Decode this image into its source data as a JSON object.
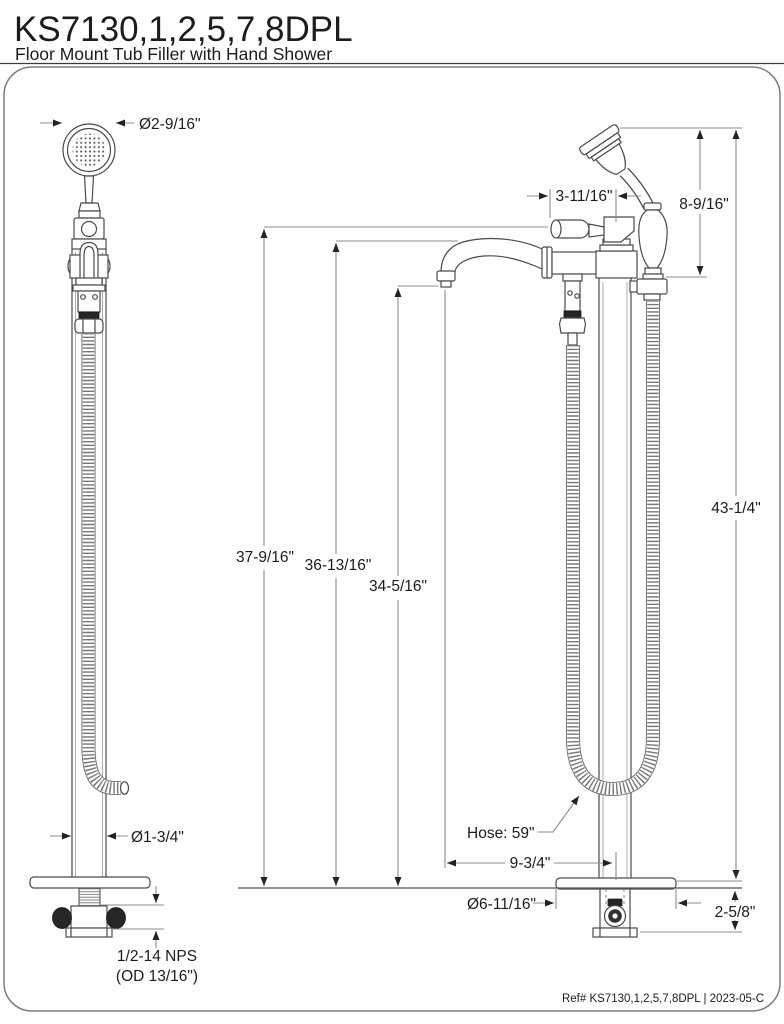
{
  "header": {
    "title": "KS7130,1,2,5,7,8DPL",
    "subtitle": "Floor Mount Tub Filler with Hand Shower"
  },
  "footer": {
    "ref": "Ref# KS7130,1,2,5,7,8DPL | 2023-05-C"
  },
  "front_view": {
    "head_diameter": "Ø2-9/16\"",
    "pipe_diameter": "Ø1-3/4\"",
    "thread_spec_line1": "1/2-14 NPS",
    "thread_spec_line2": "(OD 13/16\")"
  },
  "side_view": {
    "handle_reach": "3-11/16\"",
    "hand_shower_height": "8-9/16\"",
    "height_to_handle": "37-9/16\"",
    "height_to_spout_top": "36-13/16\"",
    "height_to_spout_outlet": "34-5/16\"",
    "overall_height": "43-1/4\"",
    "hose_length": "Hose: 59\"",
    "spout_reach": "9-3/4\"",
    "base_diameter": "Ø6-11/16\"",
    "below_floor_depth": "2-5/8\""
  },
  "colors": {
    "outline": "#4a4a4a",
    "dimension_line": "#8e8e8e",
    "text": "#1c1c1c"
  }
}
